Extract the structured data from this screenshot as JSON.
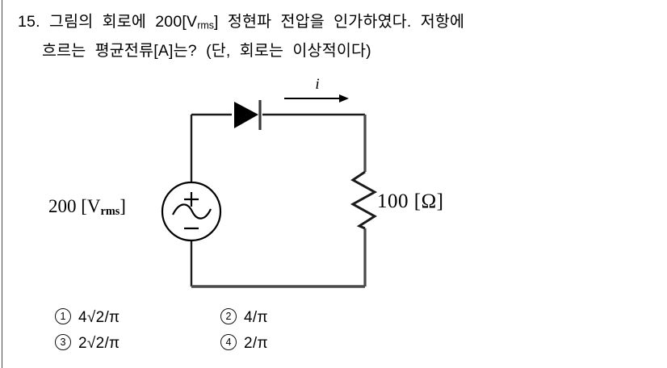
{
  "question": {
    "number": "15.",
    "line1_pre": "15.  그림의  회로에  200[V",
    "line1_sub": "rms",
    "line1_post": "]  정현파  전압을  인가하였다.  저항에",
    "line2": "흐르는  평균전류[A]는?  (단,  회로는  이상적이다)",
    "full_text": "15. 그림의 회로에 200[Vrms] 정현파 전압을 인가하였다. 저항에 흐르는 평균전류[A]는? (단, 회로는 이상적이다)"
  },
  "circuit": {
    "source_label_value": "200",
    "source_label_unit_open": " [V",
    "source_label_unit_sub": "rms",
    "source_label_unit_close": "]",
    "source_plus": "+",
    "source_minus": "−",
    "current_label": "i",
    "resistor_label": "100 [Ω]",
    "resistor_value": "100",
    "resistor_unit": "[Ω]",
    "wire_color": "#1a1a1a",
    "wire_color_light": "#555555",
    "diode_color": "#000000"
  },
  "choices": [
    {
      "num": "1",
      "text": "4√2/π"
    },
    {
      "num": "2",
      "text": "4/π"
    },
    {
      "num": "3",
      "text": "2√2/π"
    },
    {
      "num": "4",
      "text": "2/π"
    }
  ]
}
